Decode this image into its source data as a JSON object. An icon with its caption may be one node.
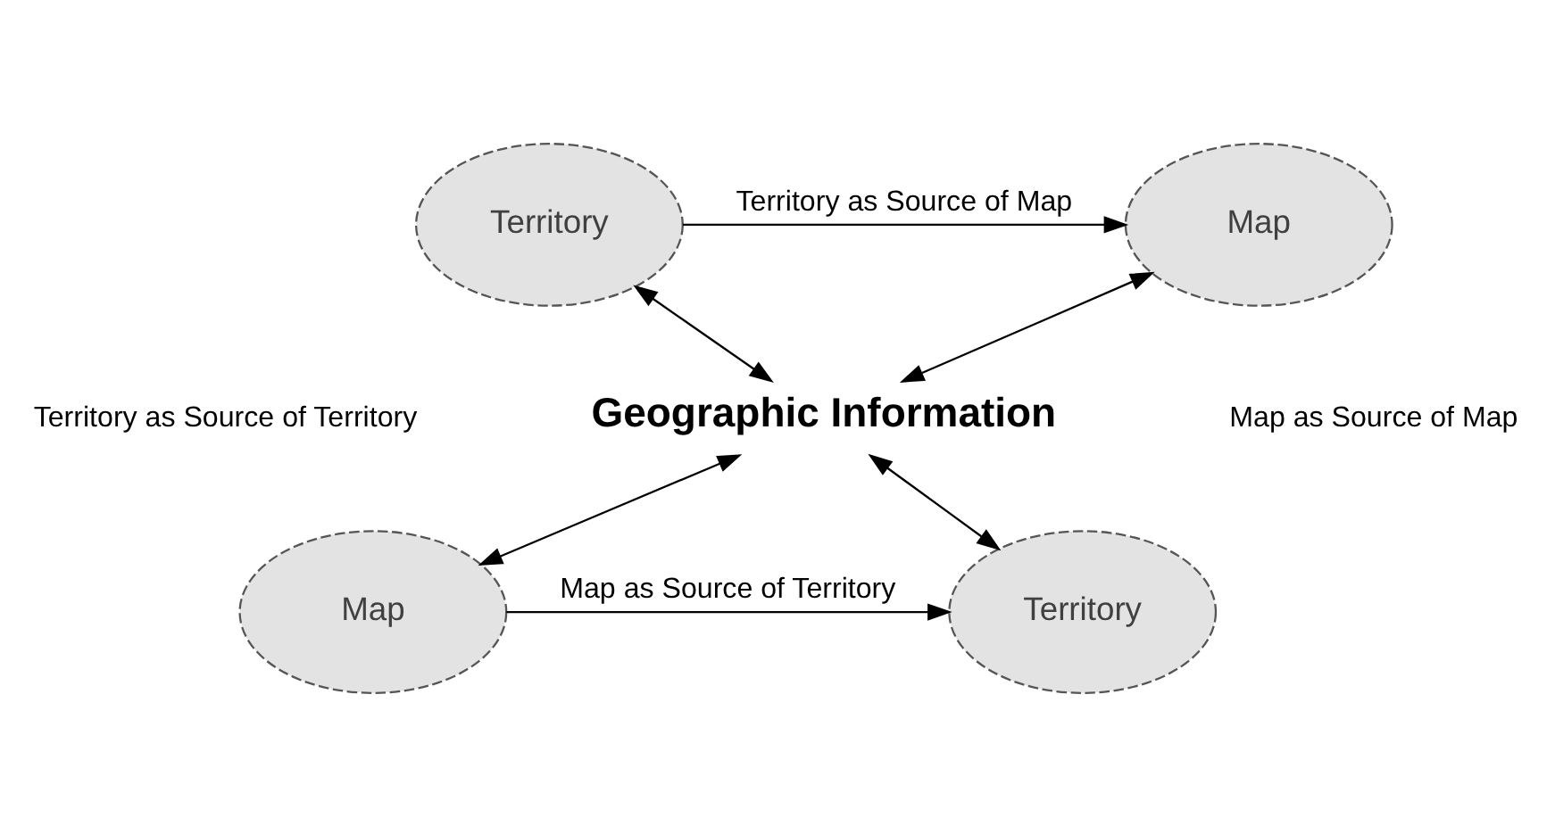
{
  "diagram": {
    "nodes": [
      {
        "text": [
          "Territory"
        ]
      },
      {
        "text": [
          "Map"
        ]
      },
      {
        "text": [
          "Geographic Information"
        ]
      },
      {
        "text": [
          "Territory"
        ]
      },
      {
        "text": [
          "Map"
        ]
      }
    ],
    "edges": [
      {
        "from": 0,
        "to": 2,
        "arrow": "both"
      },
      {
        "from": 1,
        "to": 2,
        "arrow": "both"
      },
      {
        "from": 3,
        "to": 2,
        "arrow": "both"
      },
      {
        "from": 4,
        "to": 2,
        "arrow": "both"
      },
      {
        "from": 0,
        "to": 1,
        "arrow": "to",
        "label": "Territory as Source of Map"
      },
      {
        "from": 4,
        "to": 3,
        "arrow": "to",
        "label": "Map as Source of Territory"
      }
    ],
    "labels": [
      "Territory as Source of Territory",
      "Map as Source of Map"
    ]
  }
}
